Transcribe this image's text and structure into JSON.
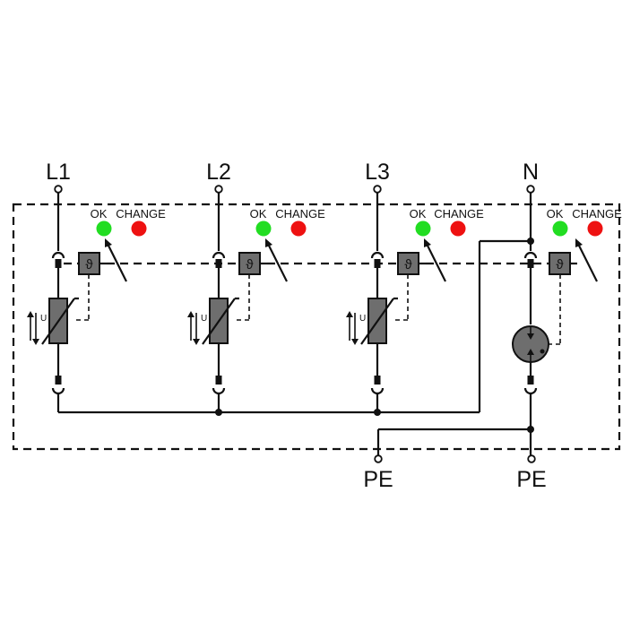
{
  "terminals": {
    "l1": "L1",
    "l2": "L2",
    "l3": "L3",
    "n": "N",
    "pe_left": "PE",
    "pe_right": "PE"
  },
  "indicators": [
    {
      "ok_label": "OK",
      "change_label": "CHANGE"
    },
    {
      "ok_label": "OK",
      "change_label": "CHANGE"
    },
    {
      "ok_label": "OK",
      "change_label": "CHANGE"
    },
    {
      "ok_label": "OK",
      "change_label": "CHANGE"
    }
  ],
  "varistor_symbol": "U",
  "thermal_symbol": "ϑ",
  "colors": {
    "ok_led": "#22dd22",
    "change_led": "#ee1111",
    "component_fill": "#6e6e6e",
    "line": "#111111"
  }
}
